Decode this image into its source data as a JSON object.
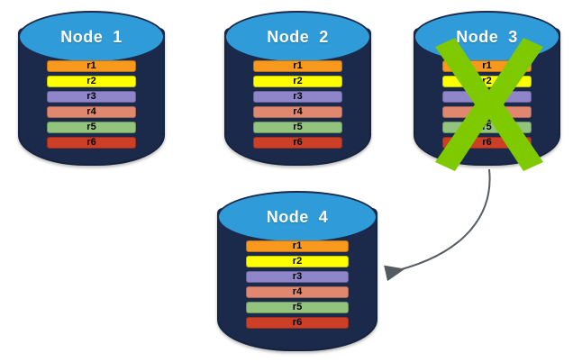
{
  "diagram": {
    "title_prefix": "Node",
    "palette": {
      "cylinder_top": "#2F9BD8",
      "cylinder_body": "#1B2A4A",
      "cross_green": "#7FC900",
      "arrow_gray": "#555B60",
      "background": "#FFFFFF"
    },
    "row_colors": [
      "#F8981D",
      "#FFFF00",
      "#8E86C8",
      "#E0886F",
      "#92C47D",
      "#CC3F26"
    ],
    "nodes": [
      {
        "id": "node-1",
        "title": "Node  1",
        "failed": false,
        "rows": [
          {
            "label": "r1",
            "color": "#F8981D"
          },
          {
            "label": "r2",
            "color": "#FFFF00"
          },
          {
            "label": "r3",
            "color": "#8E86C8"
          },
          {
            "label": "r4",
            "color": "#E0886F"
          },
          {
            "label": "r5",
            "color": "#92C47D"
          },
          {
            "label": "r6",
            "color": "#CC3F26"
          }
        ]
      },
      {
        "id": "node-2",
        "title": "Node  2",
        "failed": false,
        "rows": [
          {
            "label": "r1",
            "color": "#F8981D"
          },
          {
            "label": "r2",
            "color": "#FFFF00"
          },
          {
            "label": "r3",
            "color": "#8E86C8"
          },
          {
            "label": "r4",
            "color": "#E0886F"
          },
          {
            "label": "r5",
            "color": "#92C47D"
          },
          {
            "label": "r6",
            "color": "#CC3F26"
          }
        ]
      },
      {
        "id": "node-3",
        "title": "Node  3",
        "failed": true,
        "rows": [
          {
            "label": "r1",
            "color": "#F8981D"
          },
          {
            "label": "r2",
            "color": "#FFFF00"
          },
          {
            "label": "r3",
            "color": "#8E86C8"
          },
          {
            "label": "r4",
            "color": "#E0886F"
          },
          {
            "label": "r5",
            "color": "#92C47D"
          },
          {
            "label": "r6",
            "color": "#CC3F26"
          }
        ]
      },
      {
        "id": "node-4",
        "title": "Node  4",
        "failed": false,
        "rows": [
          {
            "label": "r1",
            "color": "#F8981D"
          },
          {
            "label": "r2",
            "color": "#FFFF00"
          },
          {
            "label": "r3",
            "color": "#8E86C8"
          },
          {
            "label": "r4",
            "color": "#E0886F"
          },
          {
            "label": "r5",
            "color": "#92C47D"
          },
          {
            "label": "r6",
            "color": "#CC3F26"
          }
        ]
      }
    ],
    "annotations": {
      "cross_on": "node-3",
      "arrow_from": "node-3",
      "arrow_to": "node-4"
    }
  }
}
